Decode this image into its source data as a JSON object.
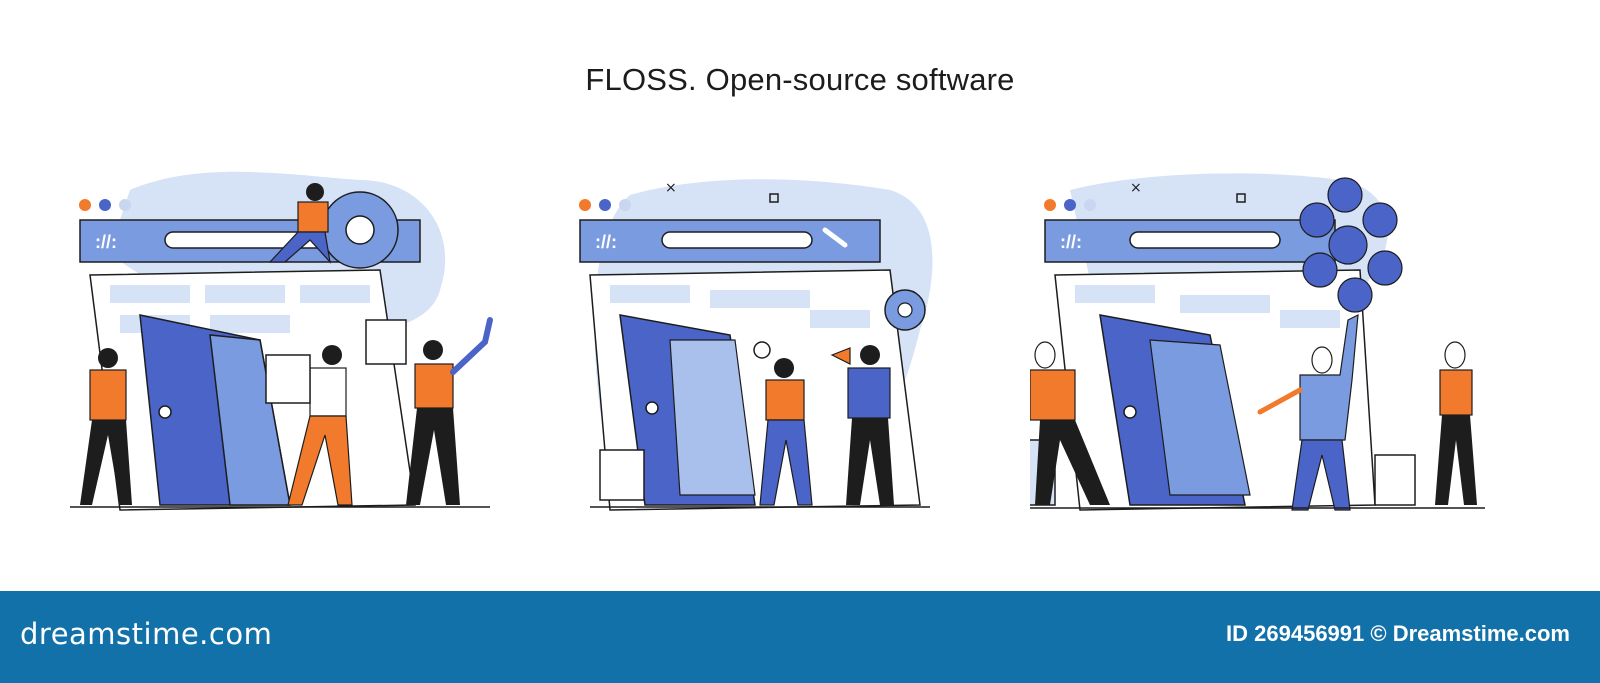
{
  "title": "FLOSS. Open-source software",
  "scenes": [
    {
      "name": "team-building-website"
    },
    {
      "name": "team-researching-website"
    },
    {
      "name": "team-configuring-apps"
    }
  ],
  "browser": {
    "logo_text": "://:"
  },
  "footer": {
    "logo": "dreamstime.com",
    "id_text": "ID 269456991 © Dreamstime.com"
  },
  "colors": {
    "blue_dark": "#4a64c8",
    "blue_mid": "#7a9be0",
    "blue_light": "#d6e2f6",
    "orange": "#f27a2c",
    "dark": "#1d1d1d",
    "footer_bg": "#1271a9"
  }
}
